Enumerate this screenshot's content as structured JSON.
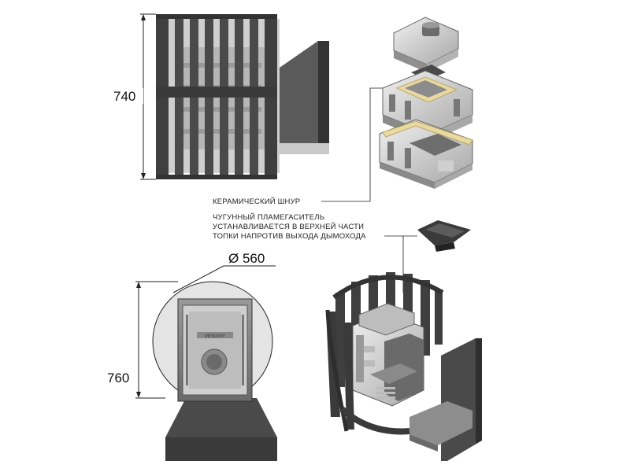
{
  "dimensions": {
    "height_top": "740",
    "height_bottom": "760",
    "diameter": "Ø 560"
  },
  "labels": {
    "ceramic_cord": "КЕРАМИЧЕСКИЙ ШНУР",
    "flame_arrester_lines": [
      "ЧУГУННЫЙ ПЛАМЕГАСИТЕЛЬ",
      "УСТАНАВЛИВАЕТСЯ В ВЕРХНЕЙ ЧАСТИ",
      "ТОПКИ НАПРОТИВ ВЫХОДА ДЫМОХОДА"
    ],
    "door_brand": "VESUVIY"
  },
  "colors": {
    "dark_metal": "#4a4a4a",
    "mid_metal": "#8a8a8a",
    "light_metal": "#cfcfcf",
    "ceramic_cord": "#e8d9a0",
    "line": "#222222"
  }
}
